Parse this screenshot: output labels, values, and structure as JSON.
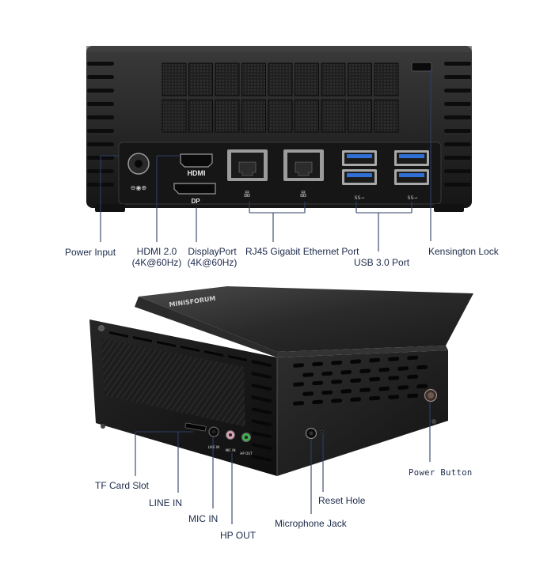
{
  "rear_panel": {
    "port_marks": {
      "hdmi": "HDMI",
      "dp": "DP"
    },
    "labels": {
      "power_input": "Power Input",
      "hdmi_line1": "HDMI 2.0",
      "hdmi_line2": "(4K@60Hz)",
      "dp_line1": "DisplayPort",
      "dp_line2": "(4K@60Hz)",
      "rj45": "RJ45 Gigabit Ethernet Port",
      "usb": "USB 3.0 Port",
      "kensington": "Kensington Lock"
    }
  },
  "front_panel": {
    "jack_marks": {
      "line_in": "LINE IN",
      "mic_in": "MIC IN",
      "hp_out": "HP OUT"
    },
    "labels": {
      "tf_card": "TF Card Slot",
      "line_in": "LINE IN",
      "mic_in": "MIC IN",
      "hp_out": "HP OUT",
      "reset": "Reset Hole",
      "mic_jack": "Microphone Jack",
      "power_button": "Power Button"
    }
  },
  "colors": {
    "callout": "#2e3f66",
    "usb_blue": "#2f6fd6",
    "body_dark": "#1b1b1b",
    "mic_pink": "#d9a3b5",
    "hp_green": "#3fae4f"
  }
}
